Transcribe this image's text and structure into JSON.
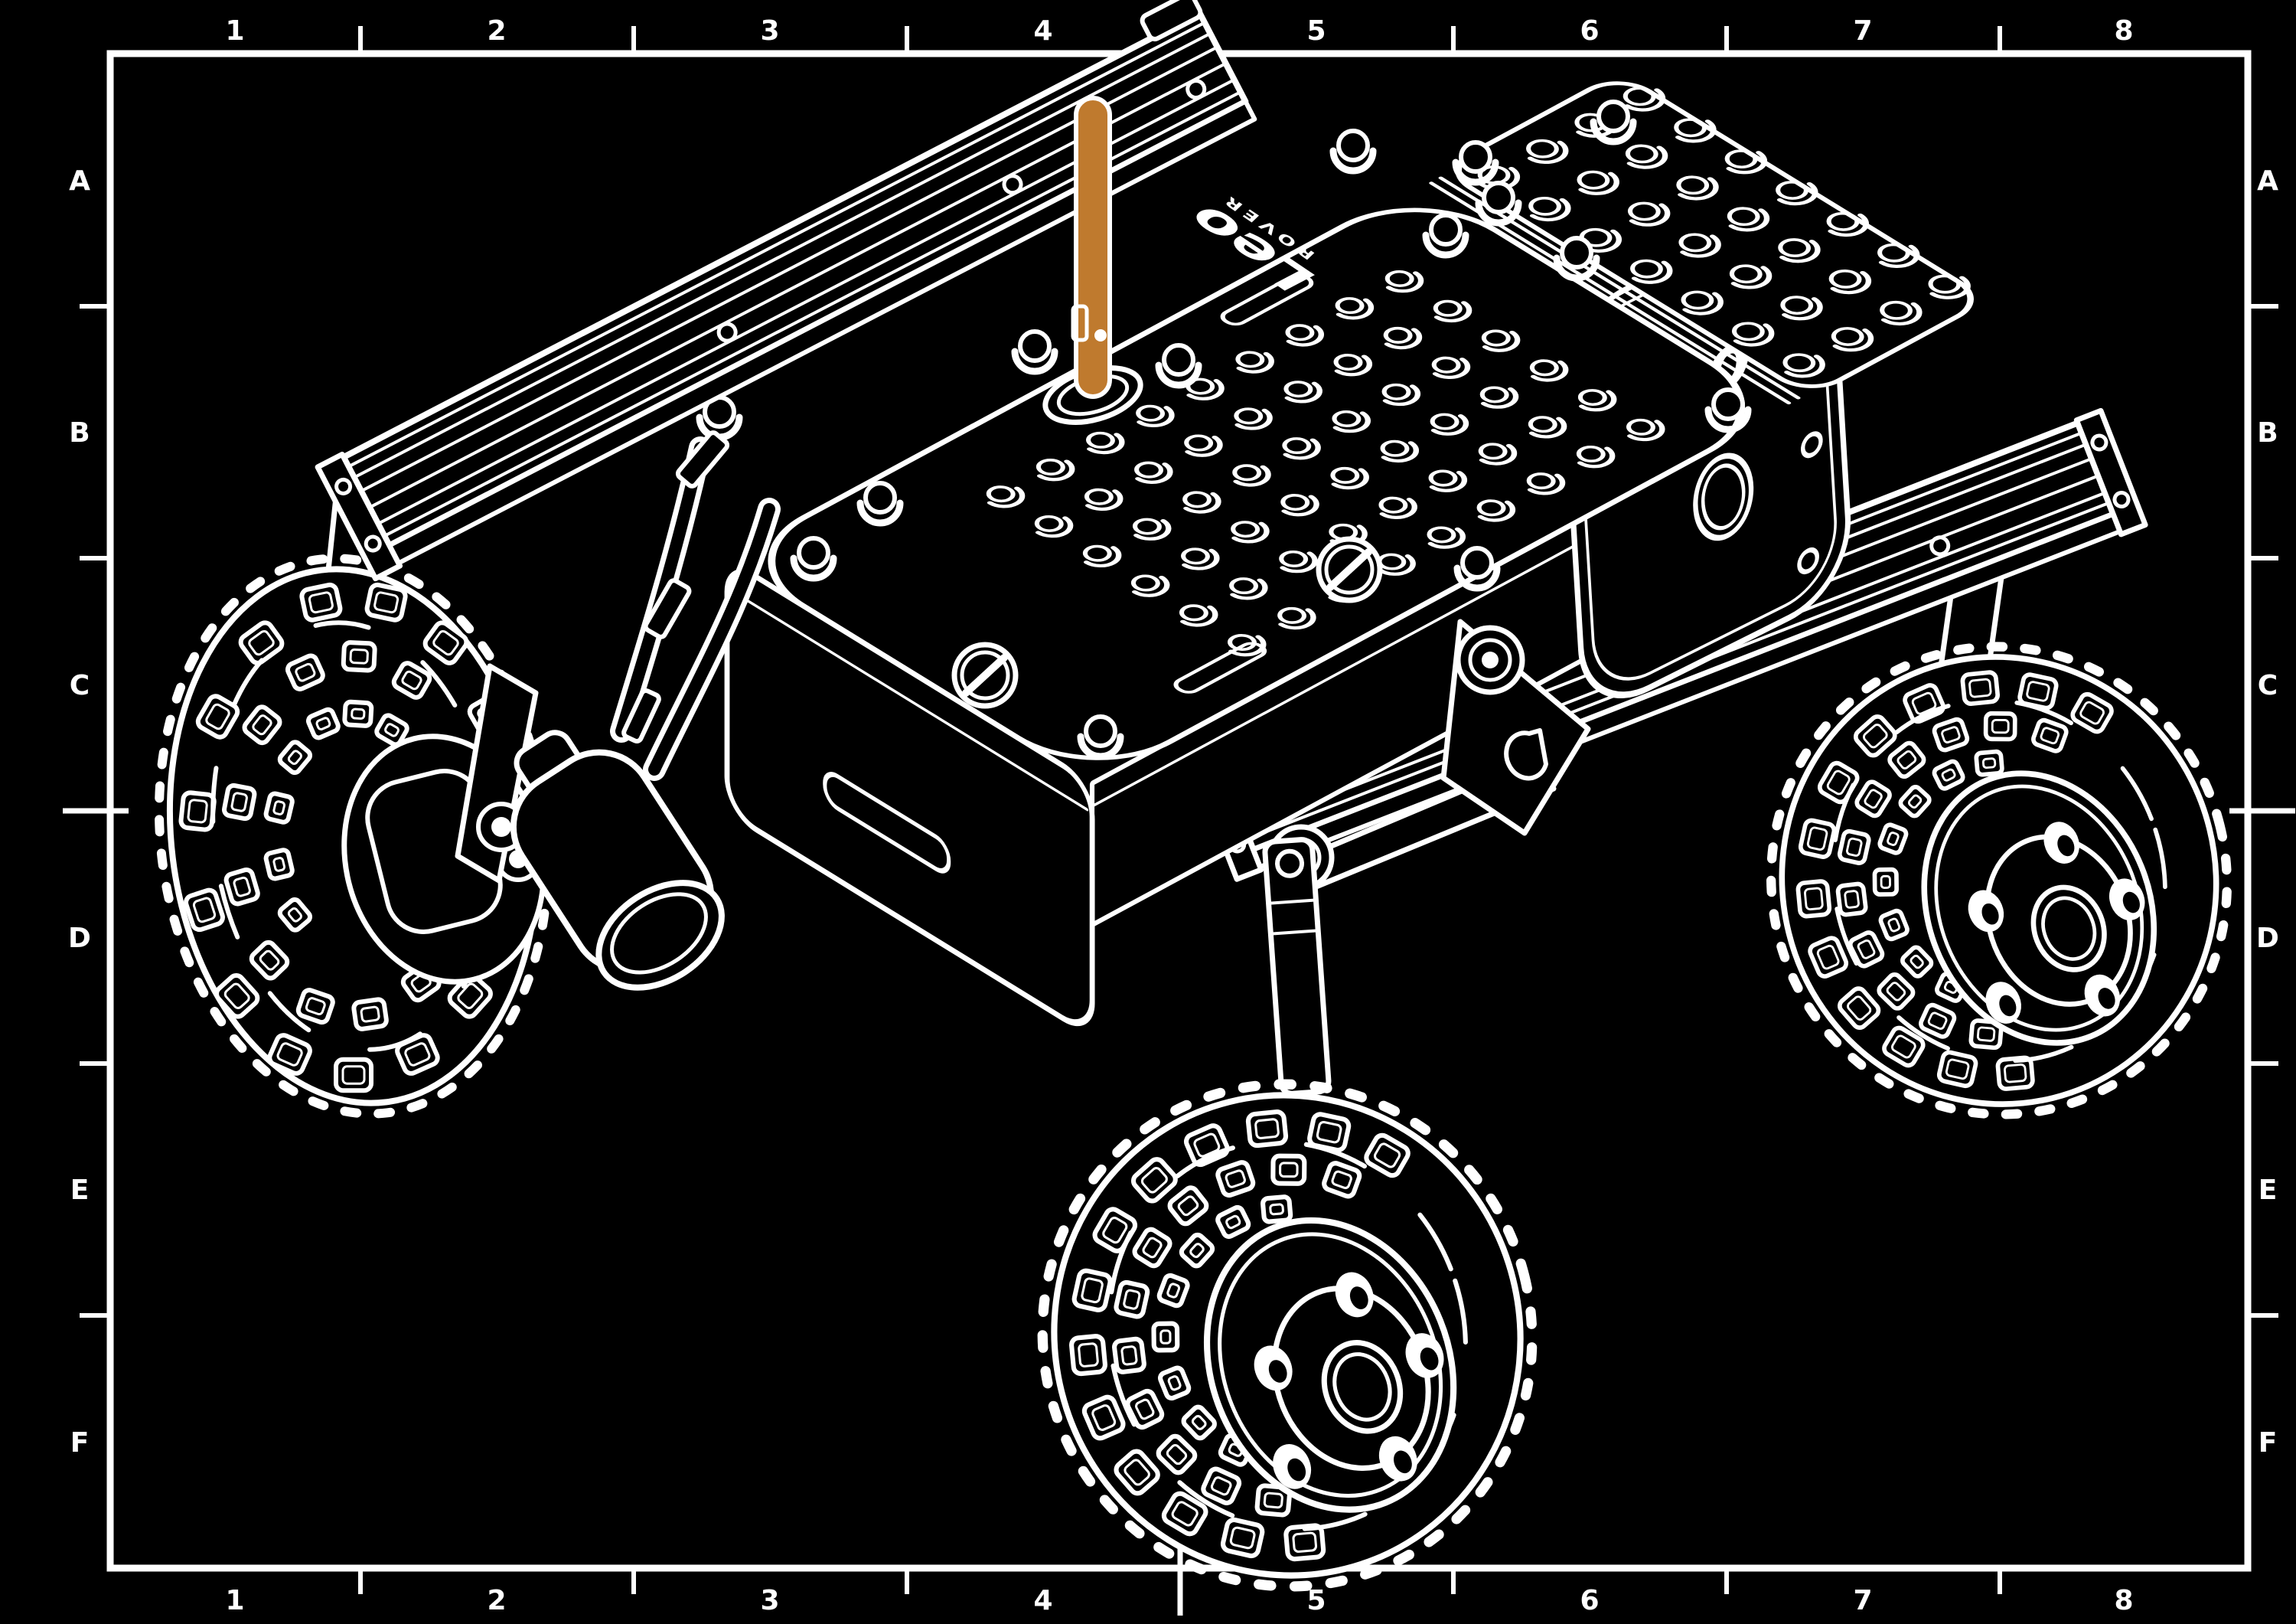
{
  "frame": {
    "column_labels": [
      "1",
      "2",
      "3",
      "4",
      "5",
      "6",
      "7",
      "8"
    ],
    "row_labels": [
      "A",
      "B",
      "C",
      "D",
      "E",
      "F"
    ]
  },
  "drawing": {
    "subject": "Leo Rover isometric assembly line drawing",
    "logo": {
      "name": "Leo",
      "sub": "ROVER"
    },
    "colors": {
      "background": "#000000",
      "lines": "#ffffff",
      "antenna_highlight": "#bf7a2e"
    },
    "highlighted_part": "antenna",
    "parts": [
      "top plate",
      "rear plate",
      "electronics box",
      "front panel",
      "left rail",
      "right rail",
      "front-left wheel",
      "front-right wheel",
      "rear-right wheel",
      "camera module",
      "suspension rocker",
      "antenna"
    ]
  }
}
